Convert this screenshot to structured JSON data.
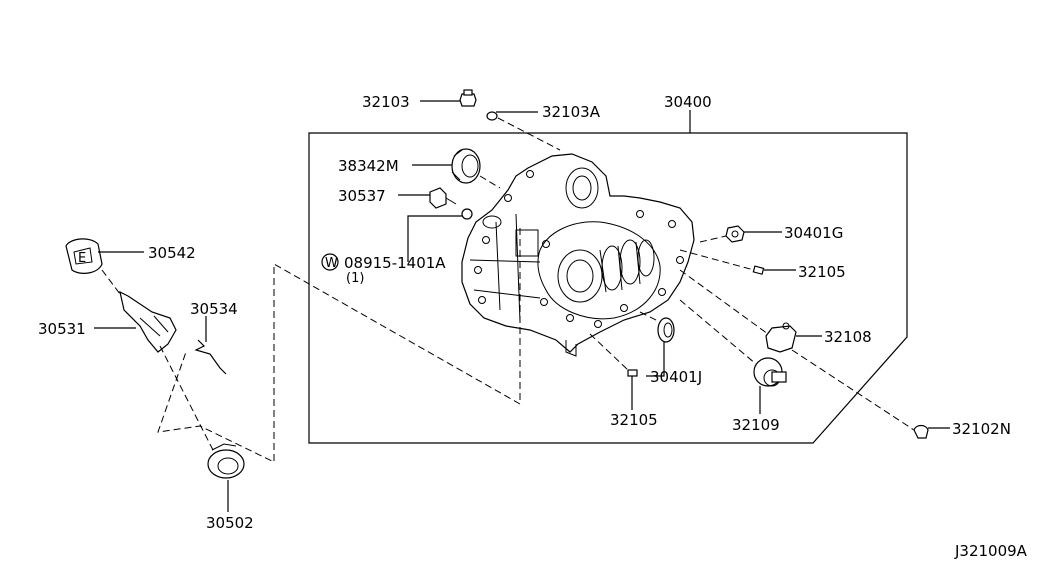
{
  "parts": {
    "p32103": "32103",
    "p32103A": "32103A",
    "p30400": "30400",
    "p38342M": "38342M",
    "p30537": "30537",
    "washer_symbol": "W",
    "p08915": "08915-1401A",
    "p08915_qty": "(1)",
    "p30401G": "30401G",
    "p32105_right": "32105",
    "p32108": "32108",
    "p30401J": "30401J",
    "p32105_bottom": "32105",
    "p32109": "32109",
    "p32102N": "32102N",
    "p30542": "30542",
    "p30531": "30531",
    "p30534": "30534",
    "p30502": "30502"
  },
  "diagram_code": "J321009A"
}
